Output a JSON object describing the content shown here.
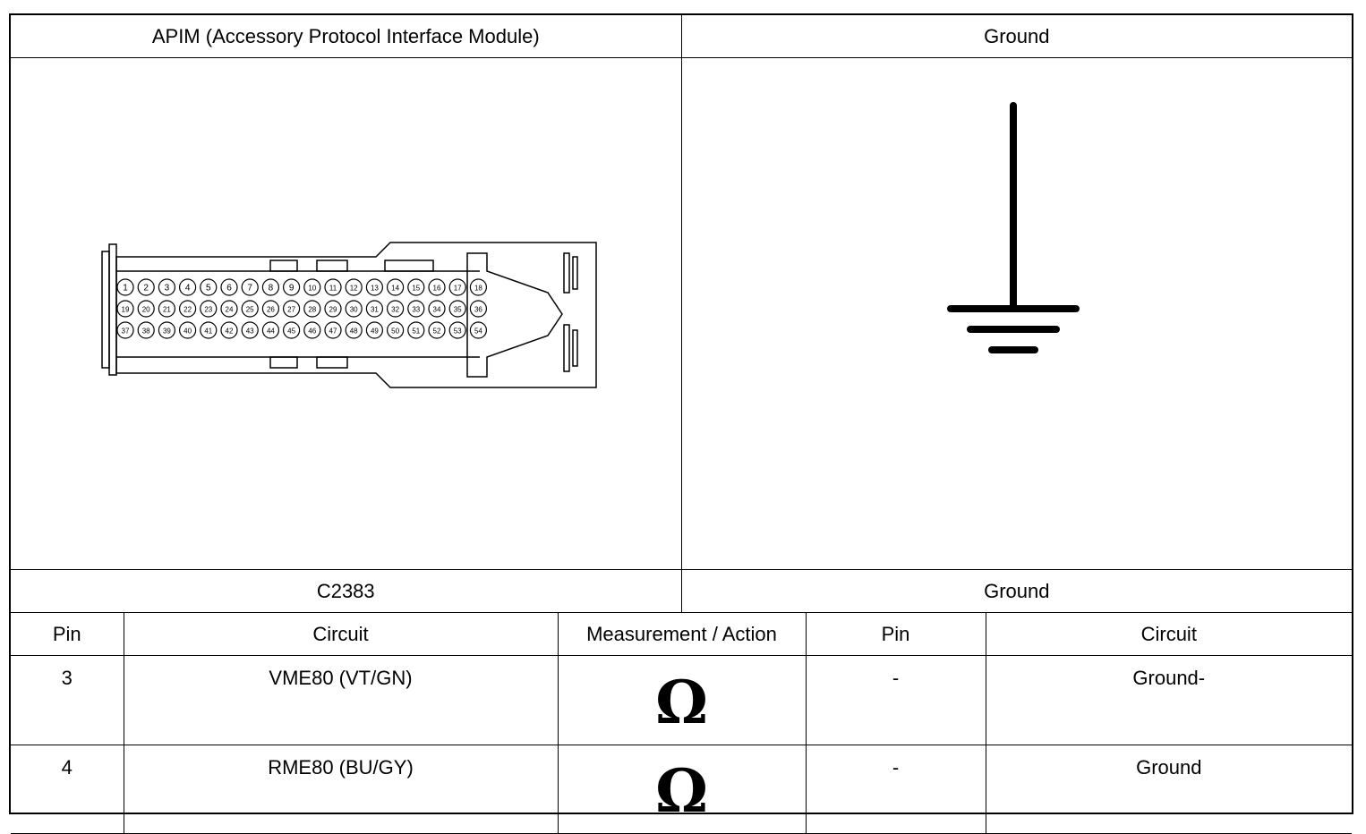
{
  "top": {
    "left_title": "APIM (Accessory Protocol Interface Module)",
    "right_title": "Ground"
  },
  "connector": {
    "id": "C2383",
    "pin_rows": [
      [
        "1",
        "2",
        "3",
        "4",
        "5",
        "6",
        "7",
        "8",
        "9",
        "10",
        "11",
        "12",
        "13",
        "14",
        "15",
        "16",
        "17",
        "18"
      ],
      [
        "19",
        "20",
        "21",
        "22",
        "23",
        "24",
        "25",
        "26",
        "27",
        "28",
        "29",
        "30",
        "31",
        "32",
        "33",
        "34",
        "35",
        "36"
      ],
      [
        "37",
        "38",
        "39",
        "40",
        "41",
        "42",
        "43",
        "44",
        "45",
        "46",
        "47",
        "48",
        "49",
        "50",
        "51",
        "52",
        "53",
        "54"
      ]
    ]
  },
  "ground_label": "Ground",
  "table": {
    "headers": [
      "Pin",
      "Circuit",
      "Measurement / Action",
      "Pin",
      "Circuit"
    ],
    "rows": [
      {
        "pin": "3",
        "circuit": "VME80 (VT/GN)",
        "measurement_icon": "ohm-icon",
        "measurement_symbol": "Ω",
        "pin2": "-",
        "circuit2": "Ground-"
      },
      {
        "pin": "4",
        "circuit": "RME80 (BU/GY)",
        "measurement_icon": "ohm-icon",
        "measurement_symbol": "Ω",
        "pin2": "-",
        "circuit2": "Ground"
      }
    ]
  }
}
